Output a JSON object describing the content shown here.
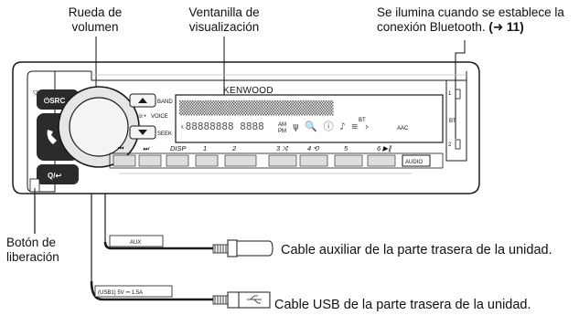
{
  "callouts": {
    "volume_knob": "Rueda de volumen",
    "display_window": "Ventanilla de visualización",
    "bt_light": "Se ilumina cuando se establece la conexión Bluetooth.",
    "bt_ref": "(➜ 11)",
    "release_button": "Botón de liberación"
  },
  "cables": {
    "aux_tag": "AUX",
    "aux_caption": "Cable auxiliar de la parte trasera de la unidad.",
    "usb_tag": "(USB1) 5V ⎓ 1.5A",
    "usb_caption": "Cable USB de la parte trasera de la unidad."
  },
  "panel": {
    "brand": "KENWOOD",
    "src_button": "⏻SRC",
    "band_label": "BAND",
    "voice_label": "VOICE",
    "seek_label": "SEEK",
    "audio_button": "AUDIO",
    "bt_indicator": "BT",
    "disc_slot_marker": "▽",
    "indicator_one": "1",
    "indicator_two": "2",
    "bottom_buttons": [
      "⏮",
      "⏭",
      "DISP",
      "1",
      "2",
      "3 ⤨",
      "4 ⟲",
      "5",
      "6 ▶∥"
    ]
  },
  "lcd": {
    "top_row": "▒▒▒▒▒▒▒▒▒▒▒▒▒▒▒▒▒▒▒▒",
    "bottom_digits": "‹88888888 8888",
    "am_pm_am": "AM",
    "am_pm_pm": "PM",
    "symbols": "ψ  🔍  ⓘ  ♪  ≋  ›",
    "bt_tag": "BT",
    "aac_tag": "AAC"
  },
  "colors": {
    "panel_outline": "#1a1a1a",
    "side_buttons": "#2b2b2b",
    "lcd_background": "#ffffff",
    "text": "#111111"
  }
}
